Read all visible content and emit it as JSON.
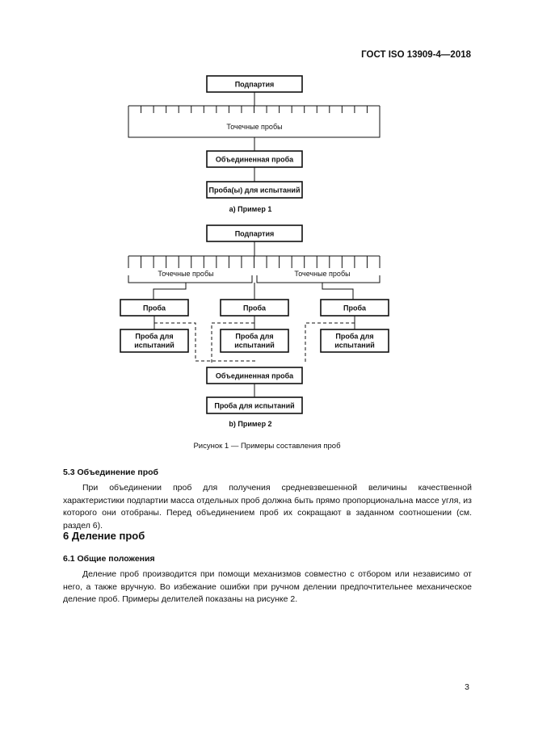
{
  "header": {
    "standard": "ГОСТ ISO 13909-4—2018"
  },
  "diagram_a": {
    "sublot": "Подпартия",
    "increments": "Точечные пробы",
    "composite": "Объединенная проба",
    "test_samples": "Проба(ы) для испытаний",
    "caption": "а) Пример 1"
  },
  "diagram_b": {
    "sublot": "Подпартия",
    "increments_left": "Точечные пробы",
    "increments_right": "Точечные пробы",
    "sample_left": "Проба",
    "sample_mid": "Проба",
    "sample_right": "Проба",
    "test_left_1": "Проба для",
    "test_left_2": "испытаний",
    "test_mid_1": "Проба для",
    "test_mid_2": "испытаний",
    "test_right_1": "Проба для",
    "test_right_2": "испытаний",
    "composite": "Объединенная проба",
    "test_final": "Проба для испытаний",
    "caption": "b) Пример 2"
  },
  "figure_caption": "Рисунок 1 — Примеры составления проб",
  "section_5_3": {
    "title": "5.3  Объединение проб",
    "text": "При объединении проб для получения средневзвешенной величины качественной характеристики подпартии масса отдельных проб должна быть прямо пропорциональна массе угля, из которого они отобраны. Перед объединением проб их сокращают в заданном соотношении (см. раздел 6)."
  },
  "section_6": {
    "title": "6  Деление проб"
  },
  "section_6_1": {
    "title": "6.1  Общие положения",
    "text": "Деление проб производится при помощи механизмов совместно с отбором или независимо от него, а также вручную. Во избежание ошибки при ручном делении предпочтительнее механическое деление проб. Примеры делителей показаны на рисунке 2."
  },
  "page_number": "3"
}
